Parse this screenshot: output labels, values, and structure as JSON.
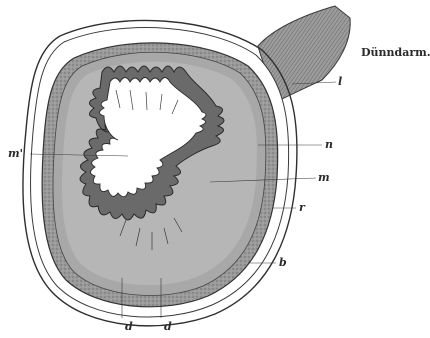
{
  "caption": "Dünndarm.",
  "labels": {
    "l": "l",
    "n": "n",
    "m": "m",
    "r": "r",
    "b": "b",
    "m_prime": "m'",
    "d_left": "d",
    "d_right": "d"
  },
  "colors": {
    "ink": "#2a2a2a",
    "tissue": "#8a8a8a",
    "paper": "#ffffff"
  }
}
